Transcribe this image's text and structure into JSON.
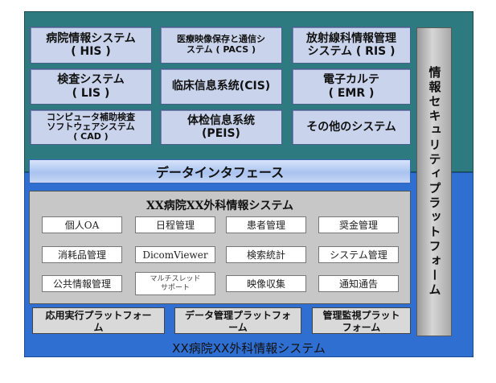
{
  "systems": [
    {
      "line1": "病院情報システム",
      "line2": "( HIS )"
    },
    {
      "line1": "医療映像保存と通信シ",
      "line2": "ステム ( PACS )"
    },
    {
      "line1": "放射線科情報管理",
      "line2": "システム ( RIS )"
    },
    {
      "line1": "検査システム",
      "line2": "( LIS )"
    },
    {
      "line1": "临床信息系统(CIS)",
      "line2": ""
    },
    {
      "line1": "電子カルテ",
      "line2": "( EMR )"
    },
    {
      "line1": "コンピュータ補助検査",
      "line2": "ソフトウェアシステム",
      "line3": "( CAD )"
    },
    {
      "line1": "体检信息系统",
      "line2": "(PEIS)"
    },
    {
      "line1": "その他のシステム",
      "line2": ""
    }
  ],
  "security_platform": "情報セキュリティプラットフォーム",
  "interface_label": "データインタフェース",
  "surgical_system": {
    "title": "XX病院XX外科情報システム",
    "modules": [
      "個人OA",
      "日程管理",
      "患者管理",
      "奨金管理",
      "消耗品管理",
      "DicomViewer",
      "検索統計",
      "システム管理",
      "公共情報管理",
      "マルチスレッド",
      "サポート",
      "映像収集",
      "通知通告"
    ]
  },
  "platforms": [
    {
      "line1": "応用実行プラットフォー",
      "line2": "ム"
    },
    {
      "line1": "データ管理プラットフォ",
      "line2": "ーム"
    },
    {
      "line1": "管理監視プラット",
      "line2": "フォーム"
    }
  ],
  "footer_title": "XX病院XX外科情報システム"
}
